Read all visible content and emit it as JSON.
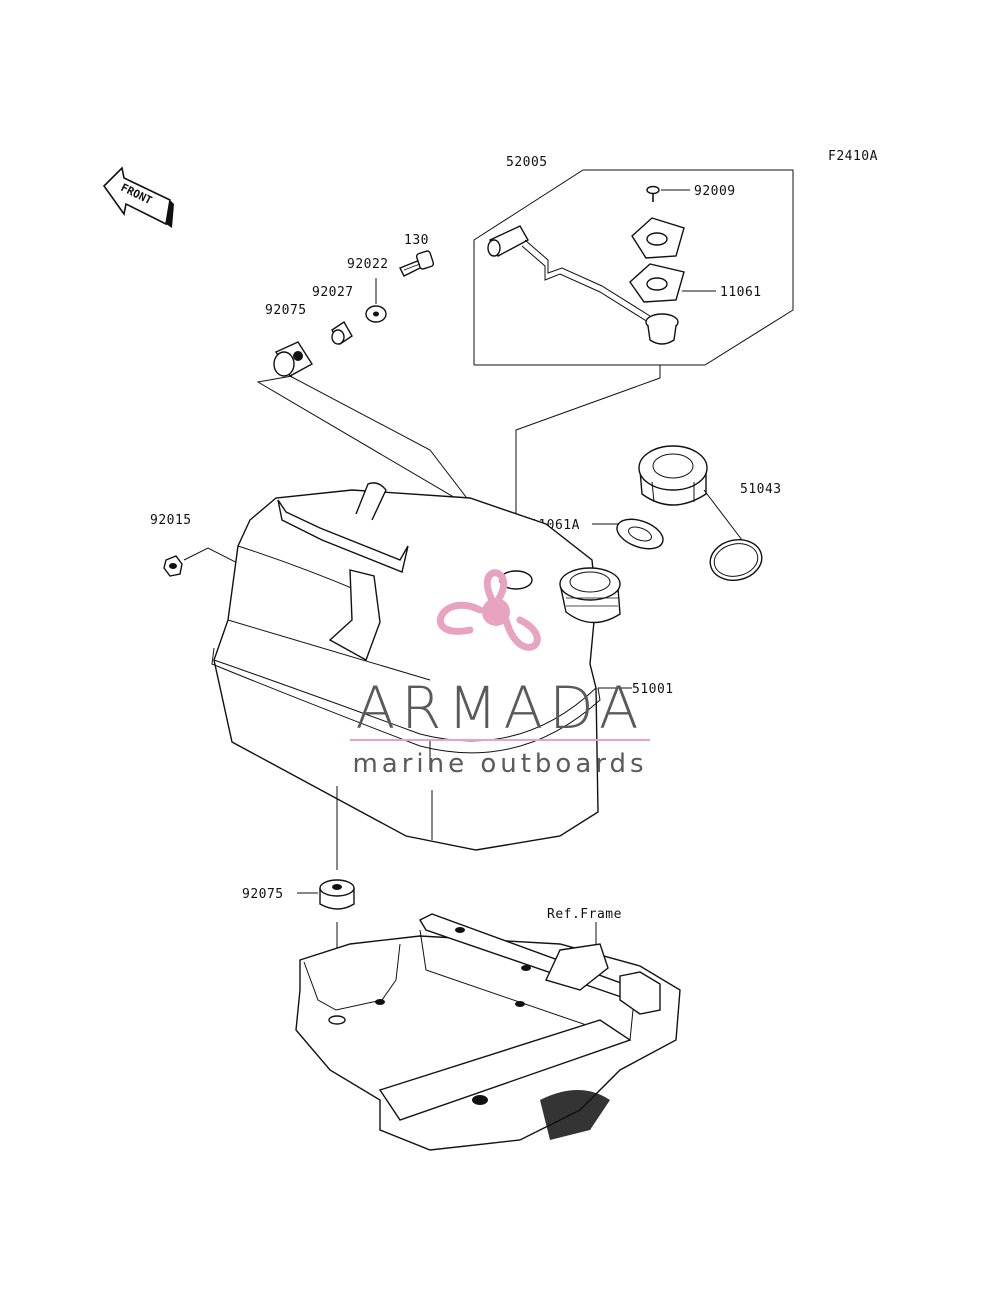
{
  "figure_code": "F2410A",
  "front_label": "FRONT",
  "parts": {
    "p52005": "52005",
    "p92009": "92009",
    "p11061": "11061",
    "p130": "130",
    "p92022": "92022",
    "p92027": "92027",
    "p92075_top": "92075",
    "p51043": "51043",
    "p11061A": "11061A",
    "p92015": "92015",
    "p51001": "51001",
    "p92075_bottom": "92075",
    "ref_frame": "Ref.Frame"
  },
  "watermark": {
    "brand": "ARMADA",
    "tagline": "marine outboards",
    "colors": {
      "logo": "#e8a3c0",
      "text": "#5a5a5a",
      "rule": "#e8a3c0"
    }
  },
  "colors": {
    "line": "#111111",
    "background": "#ffffff"
  }
}
